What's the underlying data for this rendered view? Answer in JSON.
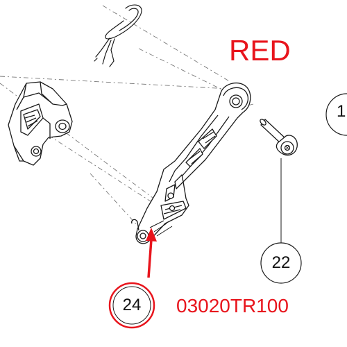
{
  "color_label": "RED",
  "part_number": "03020TR100",
  "callouts": [
    {
      "id": "22",
      "label": "22"
    },
    {
      "id": "24",
      "label": "24"
    },
    {
      "id": "partial",
      "label": "1"
    }
  ],
  "colors": {
    "highlight": "#e8141c",
    "line": "#1a1a1a",
    "dash": "#777777"
  }
}
